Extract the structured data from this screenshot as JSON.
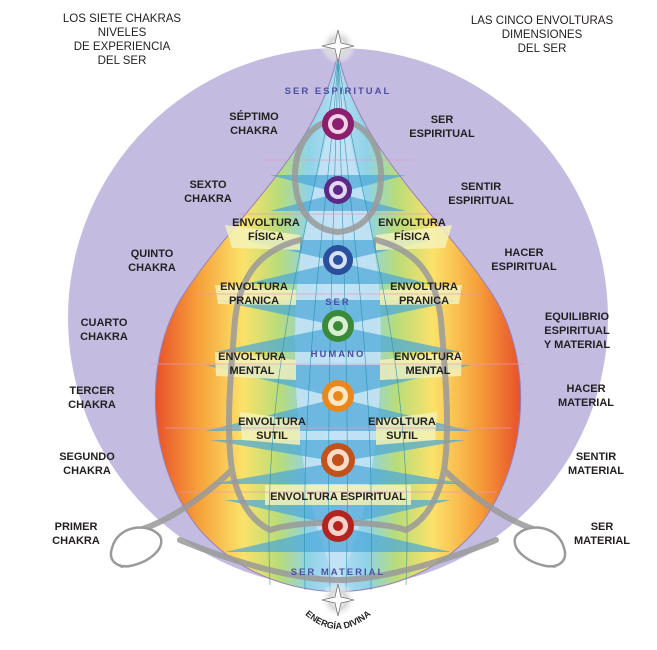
{
  "headers": {
    "left": "LOS SIETE CHAKRAS\nNIVELES\nDE EXPERIENCIA\nDEL SER",
    "right": "LAS CINCO ENVOLTURAS\nDIMENSIONES\nDEL SER"
  },
  "chakras_left": [
    "SÉPTIMO\nCHAKRA",
    "SEXTO\nCHAKRA",
    "QUINTO\nCHAKRA",
    "CUARTO\nCHAKRA",
    "TERCER\nCHAKRA",
    "SEGUNDO\nCHAKRA",
    "PRIMER\nCHAKRA"
  ],
  "levels_right": [
    "SER\nESPIRITUAL",
    "SENTIR\nESPIRITUAL",
    "HACER\nESPIRITUAL",
    "EQUILIBRIO\nESPIRITUAL\nY MATERIAL",
    "HACER\nMATERIAL",
    "SENTIR\nMATERIAL",
    "SER\nMATERIAL"
  ],
  "envolturas": {
    "fisica": "ENVOLTURA\nFÍSICA",
    "pranica": "ENVOLTURA\nPRANICA",
    "mental": "ENVOLTURA\nMENTAL",
    "sutil": "ENVOLTURA\nSUTIL",
    "espiritual": "ENVOLTURA ESPIRITUAL"
  },
  "center": {
    "top": "SER ESPIRITUAL",
    "ser": "SER",
    "humano": "HUMANO",
    "bottom": "SER MATERIAL",
    "divine": "ENERGÍA DIVINA"
  },
  "colors": {
    "circle": "#c3bce0",
    "core": "#b7dcf3",
    "cone": "#f3f0b9",
    "band": "#4aa7d9",
    "outline": "#9a9a9a",
    "chakras": [
      "#8b1e6e",
      "#5b2a86",
      "#2a4f9c",
      "#3a8a3a",
      "#e8881c",
      "#c2521c",
      "#b3241f"
    ]
  }
}
